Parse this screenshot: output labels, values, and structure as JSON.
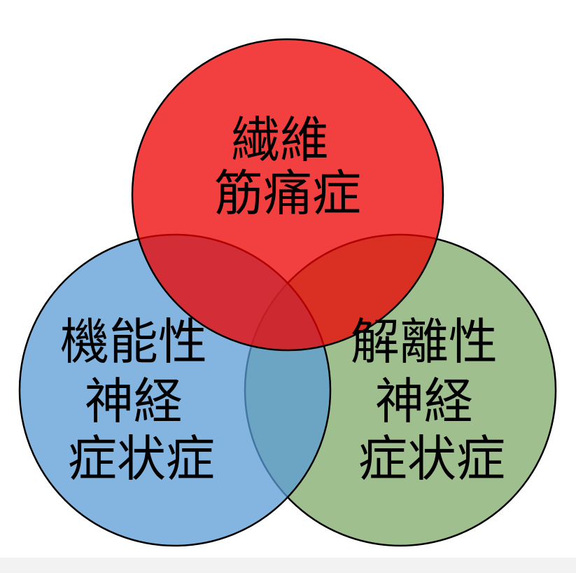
{
  "diagram": {
    "type": "venn-3",
    "sets": [
      {
        "id": "fibromyalgia",
        "lines": [
          "繊維",
          "筋痛症"
        ],
        "color": "#ee0000"
      },
      {
        "id": "functional",
        "lines": [
          "機能性",
          "神経",
          "症状症"
        ],
        "color": "#5b9bd5"
      },
      {
        "id": "dissociative",
        "lines": [
          "解離性",
          "神経",
          "症状症"
        ],
        "color": "#7faa6a"
      }
    ],
    "circle_opacity": 0.75,
    "stroke_color": "#000000"
  }
}
